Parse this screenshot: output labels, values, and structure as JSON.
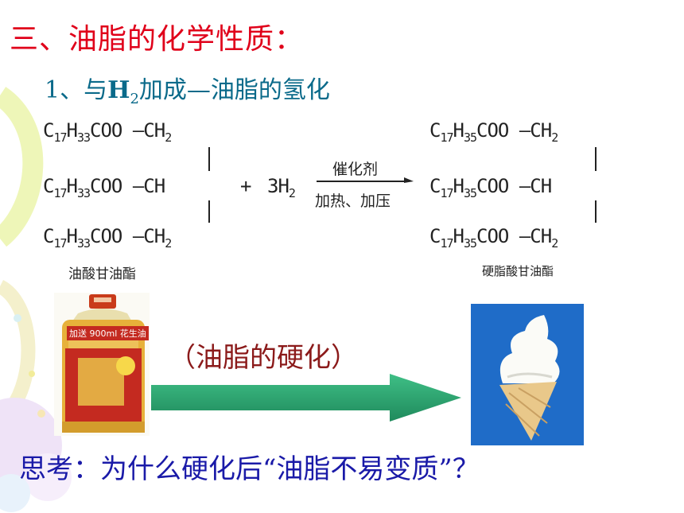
{
  "slide": {
    "title": "三、油脂的化学性质：",
    "subtitle_prefix": "1、与",
    "subtitle_h": "H",
    "subtitle_sub": "2",
    "subtitle_suffix": "加成—油脂的氢化",
    "hardening_label": "（油脂的硬化）",
    "question": "思考：为什么硬化后“油脂不易变质”？"
  },
  "reaction": {
    "reactant_rows": [
      {
        "c": "C",
        "c_n": "17",
        "h": "H",
        "h_n": "33",
        "group": "COO",
        "bond": "—",
        "backbone": "CH",
        "backbone_n": "2"
      },
      {
        "c": "C",
        "c_n": "17",
        "h": "H",
        "h_n": "33",
        "group": "COO",
        "bond": "—",
        "backbone": "CH",
        "backbone_n": ""
      },
      {
        "c": "C",
        "c_n": "17",
        "h": "H",
        "h_n": "33",
        "group": "COO",
        "bond": "—",
        "backbone": "CH",
        "backbone_n": "2"
      }
    ],
    "product_rows": [
      {
        "c": "C",
        "c_n": "17",
        "h": "H",
        "h_n": "35",
        "group": "COO",
        "bond": "—",
        "backbone": "CH",
        "backbone_n": "2"
      },
      {
        "c": "C",
        "c_n": "17",
        "h": "H",
        "h_n": "35",
        "group": "COO",
        "bond": "—",
        "backbone": "CH",
        "backbone_n": ""
      },
      {
        "c": "C",
        "c_n": "17",
        "h": "H",
        "h_n": "35",
        "group": "COO",
        "bond": "—",
        "backbone": "CH",
        "backbone_n": "2"
      }
    ],
    "plus": "+",
    "reagent": "3H",
    "reagent_n": "2",
    "catalyst": "催化剂",
    "conditions": "加热、加压",
    "reactant_name": "油酸甘油酯",
    "product_name": "硬脂酸甘油酯"
  },
  "bottle": {
    "label": "加送 900ml 花生油"
  }
}
